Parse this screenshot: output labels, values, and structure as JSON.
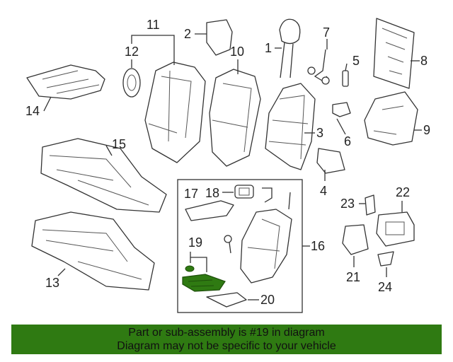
{
  "callouts": {
    "c1": "1",
    "c2": "2",
    "c3": "3",
    "c4": "4",
    "c5": "5",
    "c6": "6",
    "c7": "7",
    "c8": "8",
    "c9": "9",
    "c10": "10",
    "c11": "11",
    "c12": "12",
    "c13": "13",
    "c14": "14",
    "c15": "15",
    "c16": "16",
    "c17": "17",
    "c18": "18",
    "c19": "19",
    "c20": "20",
    "c21": "21",
    "c22": "22",
    "c23": "23",
    "c24": "24"
  },
  "highlight_color": "#2f7a12",
  "banner": {
    "line1": "Part or sub-assembly is #19 in diagram",
    "line2": "Diagram may not be specific to your vehicle"
  }
}
